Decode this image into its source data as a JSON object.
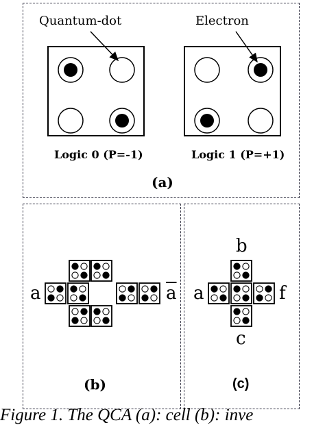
{
  "panel_a": {
    "annotation_dot": "Quantum-dot",
    "annotation_electron": "Electron",
    "cell_logic0_caption": "Logic 0 (P=-1)",
    "cell_logic1_caption": "Logic 1 (P=+1)",
    "panel_label": "(a)"
  },
  "panel_b": {
    "input_label": "a",
    "output_label": "a",
    "panel_label": "(b)"
  },
  "panel_c": {
    "top_label": "b",
    "left_label": "a",
    "right_label": "f",
    "bottom_label": "c",
    "panel_label": "(c)"
  },
  "caption": {
    "text": "Figure 1. The QCA (a): cell (b): inve"
  }
}
